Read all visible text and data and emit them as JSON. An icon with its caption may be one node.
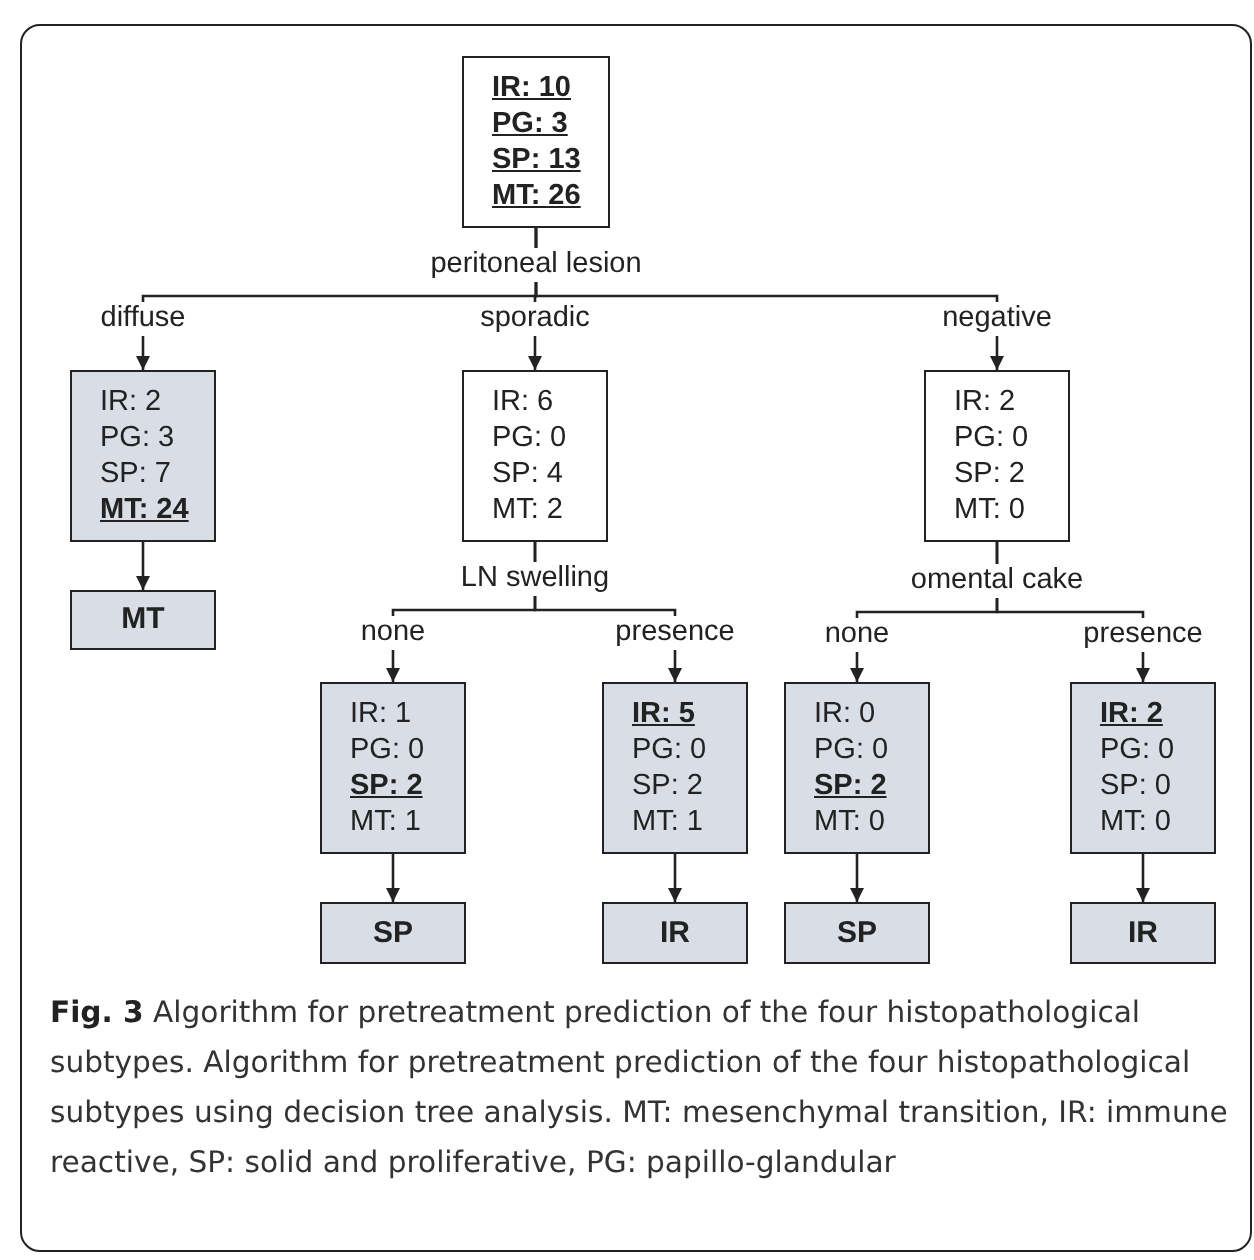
{
  "diagram": {
    "caption": "**Fig. 3** Algorithm for pretreatment prediction of the four histopathological subtypes. Algorithm for pretreatment prediction of the four histopathological subtypes using decision tree analysis. MT: mesenchymal transition, IR: immune reactive, SP: solid and proliferative, PG: papillo-glandular",
    "nodes": [
      {
        "text": [
          "**IR: 10**",
          "**PG: 3**",
          "**SP: 13**",
          "**MT: 26**"
        ],
        "beside": [
          "peritoneal lesion"
        ]
      },
      {
        "text": [
          "IR: 2",
          "PG: 3",
          "SP: 7",
          "**MT: 24**"
        ]
      },
      {
        "text": [
          "IR: 6",
          "PG: 0",
          "SP: 4",
          "MT: 2"
        ],
        "beside": [
          "LN swelling"
        ]
      },
      {
        "text": [
          "IR: 2",
          "PG: 0",
          "SP: 2",
          "MT: 0"
        ],
        "beside": [
          "omental cake"
        ]
      },
      {
        "text": [
          "MT"
        ]
      },
      {
        "text": [
          "IR: 1",
          "PG: 0",
          "**SP: 2**",
          "MT: 1"
        ]
      },
      {
        "text": [
          "**IR: 5**",
          "PG: 0",
          "SP: 2",
          "MT: 1"
        ]
      },
      {
        "text": [
          "IR: 0",
          "PG: 0",
          "**SP: 2**",
          "MT: 0"
        ]
      },
      {
        "text": [
          "**IR: 2**",
          "PG: 0",
          "SP: 0",
          "MT: 0"
        ]
      },
      {
        "text": [
          "SP"
        ]
      },
      {
        "text": [
          "IR"
        ]
      },
      {
        "text": [
          "SP"
        ]
      },
      {
        "text": [
          "IR"
        ]
      }
    ],
    "edges": [
      {
        "from": 0,
        "to": 1,
        "arrow": "to",
        "label": "diffuse"
      },
      {
        "from": 0,
        "to": 2,
        "arrow": "to",
        "label": "sporadic"
      },
      {
        "from": 0,
        "to": 3,
        "arrow": "to",
        "label": "negative"
      },
      {
        "from": 1,
        "to": 4,
        "arrow": "to"
      },
      {
        "from": 2,
        "to": 5,
        "arrow": "to",
        "label": "none"
      },
      {
        "from": 2,
        "to": 6,
        "arrow": "to",
        "label": "presence"
      },
      {
        "from": 3,
        "to": 7,
        "arrow": "to",
        "label": "none"
      },
      {
        "from": 3,
        "to": 8,
        "arrow": "to",
        "label": "presence"
      },
      {
        "from": 5,
        "to": 9,
        "arrow": "to"
      },
      {
        "from": 6,
        "to": 10,
        "arrow": "to"
      },
      {
        "from": 7,
        "to": 11,
        "arrow": "to"
      },
      {
        "from": 8,
        "to": 12,
        "arrow": "to"
      }
    ]
  }
}
